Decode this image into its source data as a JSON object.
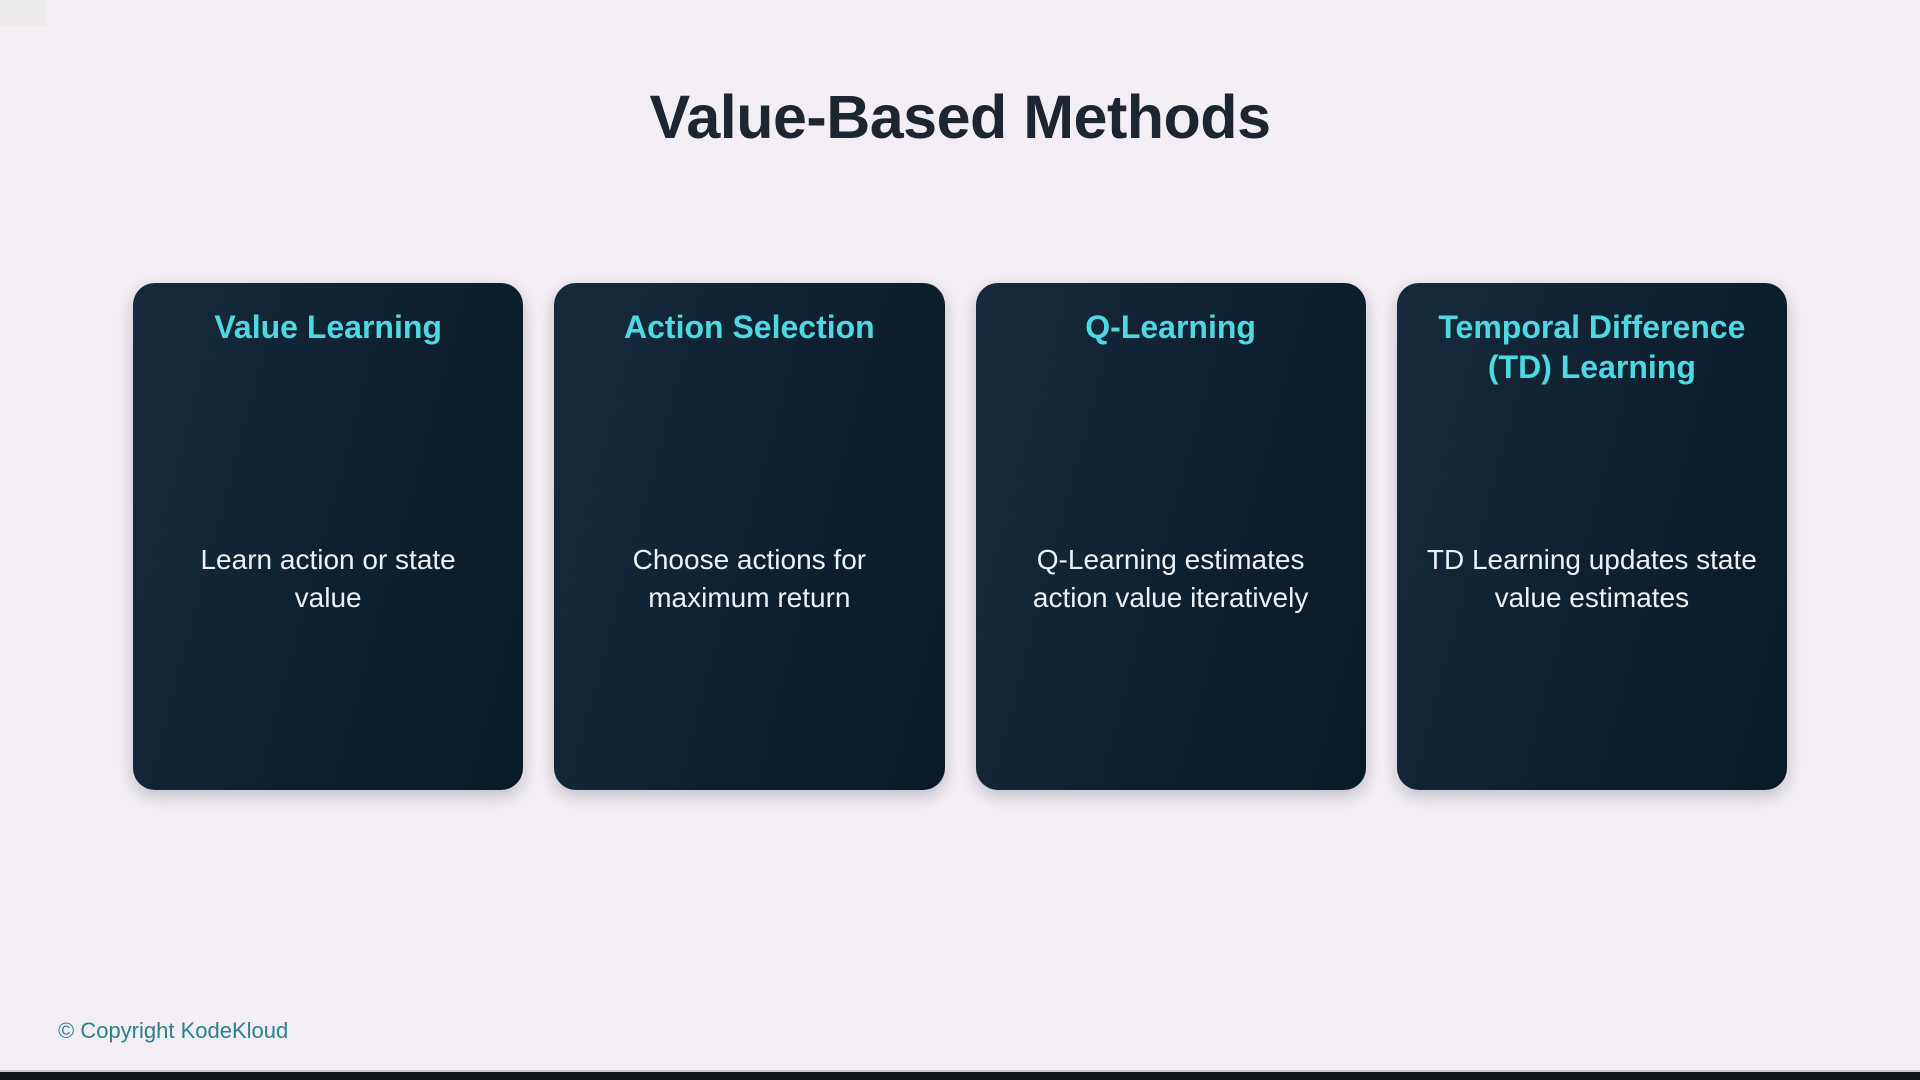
{
  "page": {
    "title": "Value-Based Methods",
    "copyright": "© Copyright KodeKloud"
  },
  "colors": {
    "background": "#f2eef3",
    "title_text": "#1d2530",
    "card_background": "#0e2030",
    "card_heading_accent": "#4ed9e2",
    "card_body_text": "#edf1f4",
    "copyright_text": "#2c7f91",
    "bottom_bar": "#101418"
  },
  "cards": [
    {
      "heading": "Value Learning",
      "body": "Learn action or state value"
    },
    {
      "heading": "Action Selection",
      "body": "Choose actions for maximum return"
    },
    {
      "heading": "Q-Learning",
      "body": "Q-Learning estimates action value iteratively"
    },
    {
      "heading": "Temporal Difference (TD) Learning",
      "body": "TD Learning updates state value estimates"
    }
  ]
}
